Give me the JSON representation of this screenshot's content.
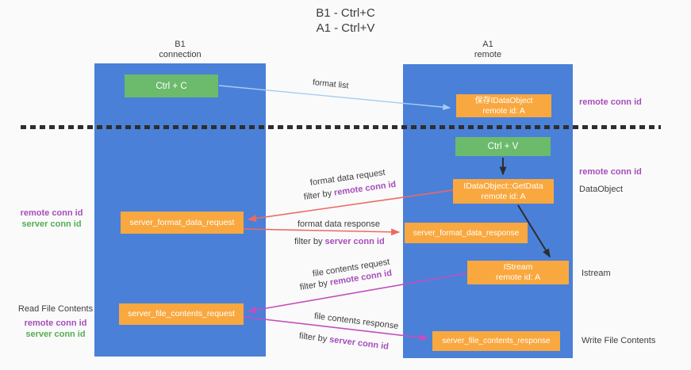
{
  "title": {
    "line1": "B1 - Ctrl+C",
    "line2": "A1 - Ctrl+V"
  },
  "lifelines": {
    "b1": {
      "name": "B1",
      "role": "connection"
    },
    "a1": {
      "name": "A1",
      "role": "remote"
    }
  },
  "boxes": {
    "ctrl_c": {
      "label": "Ctrl + C"
    },
    "ctrl_v": {
      "label": "Ctrl + V"
    },
    "save_dataobject": {
      "line1": "保存IDataObject",
      "line2": "remote id: A"
    },
    "getdata": {
      "line1": "IDataObject::GetData",
      "line2": "remote id: A"
    },
    "istream": {
      "line1": "IStream",
      "line2": "remote id: A"
    },
    "server_format_data_request": {
      "label": "server_format_data_request"
    },
    "server_format_data_response": {
      "label": "server_format_data_response"
    },
    "server_file_contents_request": {
      "label": "server_file_contents_request"
    },
    "server_file_contents_response": {
      "label": "server_file_contents_response"
    }
  },
  "messages": {
    "format_list": "format list",
    "format_data_request": "format data request",
    "format_data_response": "format data response",
    "file_contents_request": "file contents request",
    "file_contents_response": "file contents response",
    "filter_by": "filter by",
    "remote_conn_id": "remote conn id",
    "server_conn_id": "server conn id"
  },
  "annotations": {
    "right": {
      "remote_conn_id_top": "remote conn id",
      "remote_conn_id_mid": "remote conn id",
      "dataobject": "DataObject",
      "istream": "Istream",
      "write_file_contents": "Write File Contents"
    },
    "left": {
      "remote_conn_id_top": "remote conn id",
      "server_conn_id_top": "server conn id",
      "read_file_contents": "Read File Contents",
      "remote_conn_id_bottom": "remote conn id",
      "server_conn_id_bottom": "server conn id"
    }
  },
  "colors": {
    "lifeline_blue": "#4a80d8",
    "box_green": "#6cba6c",
    "box_orange": "#f9a83f",
    "arrow_light_blue": "#a5cdee",
    "arrow_red": "#ec6a62",
    "arrow_magenta": "#c44ebe",
    "arrow_black": "#2d2d2d",
    "text_purple": "#a64dbb",
    "text_green": "#54ad54",
    "background": "#fafafa"
  }
}
